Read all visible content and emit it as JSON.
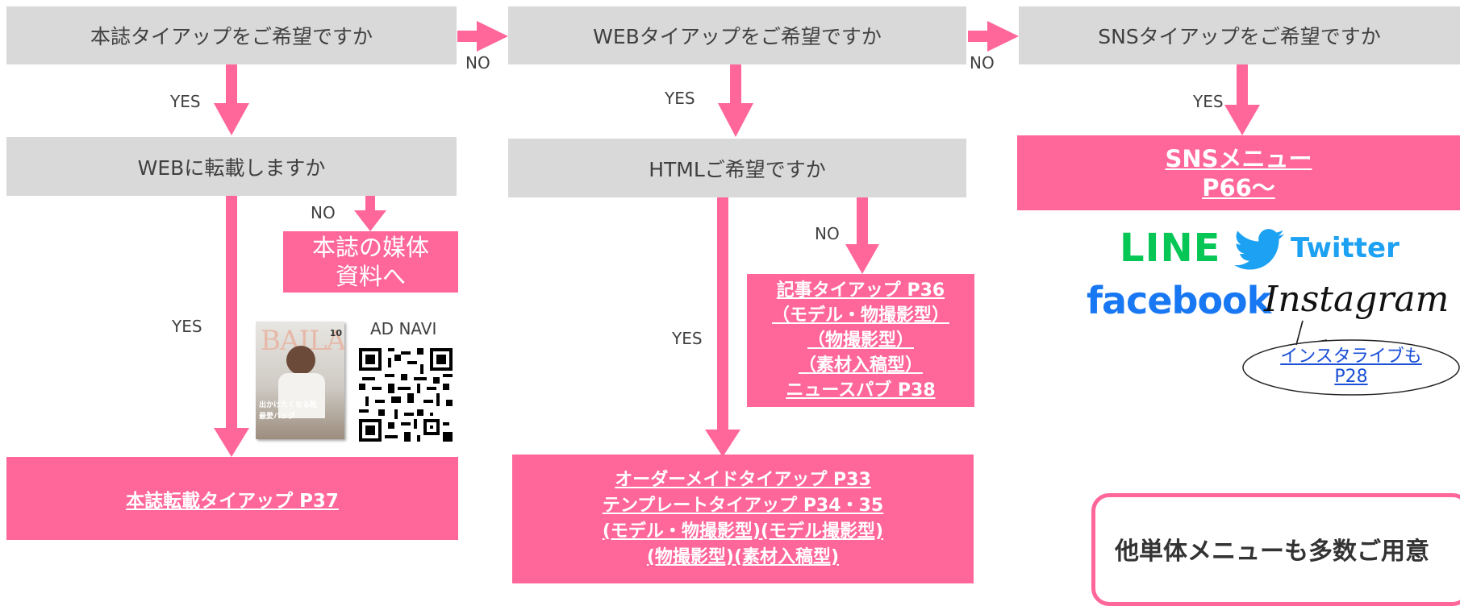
{
  "questions": {
    "magazine": "本誌タイアップをご希望ですか",
    "web": "WEBタイアップをご希望ですか",
    "sns": "SNSタイアップをご希望ですか",
    "web_repost": "WEBに転載しますか",
    "html": "HTMLご希望ですか"
  },
  "labels": {
    "yes": "YES",
    "no": "NO"
  },
  "results": {
    "media_docs": [
      "本誌の媒体",
      "資料へ"
    ],
    "repost_tieup": "本誌転載タイアップ P37",
    "article_tieup": [
      "記事タイアップ P36",
      "（モデル・物撮影型）",
      "（物撮影型）",
      "（素材入稿型）",
      "ニュースパブ P38"
    ],
    "ordermade": [
      "オーダーメイドタイアップ P33",
      "テンプレートタイアップ P34・35",
      "(モデル・物撮影型)(モデル撮影型)",
      "(物撮影型)(素材入稿型)"
    ],
    "sns_menu": [
      "SNSメニュー",
      "P66〜"
    ]
  },
  "ad_navi": {
    "label": "AD NAVI"
  },
  "magazine_cover": {
    "title": "BAILA",
    "issue": "10",
    "headline1": "出かけたくなる靴",
    "headline2": "最愛バッグ"
  },
  "sns_logos": {
    "line": "LINE",
    "twitter": "Twitter",
    "facebook": "facebook",
    "instagram": "Instagram"
  },
  "callout": [
    "インスタライブも",
    "P28"
  ],
  "other_menu": "他単体メニューも多数ご用意",
  "colors": {
    "pink": "#ff6699",
    "gray": "#d9d9d9",
    "line_green": "#06c755",
    "twitter_blue": "#1da1f2",
    "facebook_blue": "#1877f2"
  }
}
